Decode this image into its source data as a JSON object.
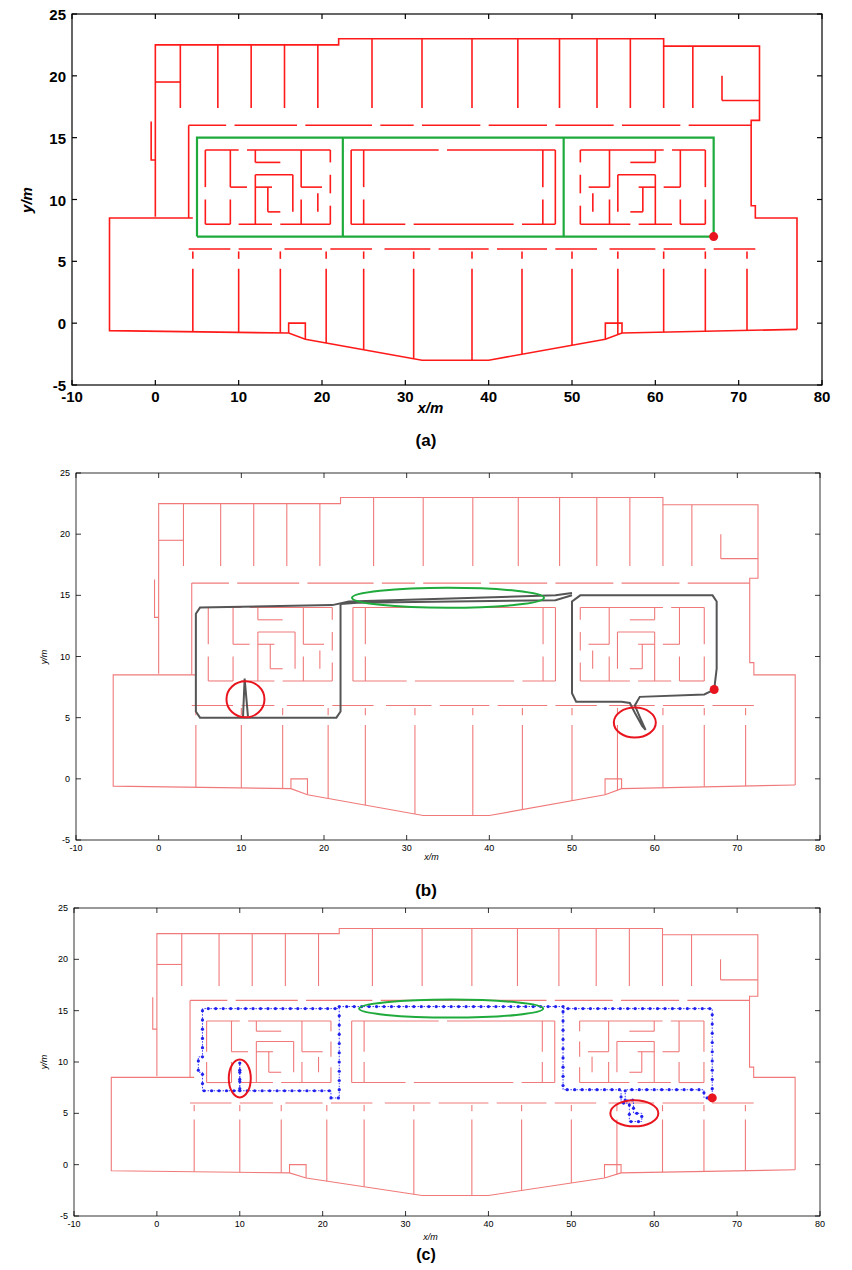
{
  "diagram": {
    "labels": [
      "25",
      "20",
      "15",
      "10",
      "5",
      "0",
      "-5",
      "-10",
      "0",
      "10",
      "20",
      "30",
      "40",
      "50",
      "60",
      "70",
      "80",
      "y/m",
      "x/m",
      "(a)",
      "25",
      "20",
      "15",
      "10",
      "5",
      "0",
      "-5",
      "-10",
      "0",
      "10",
      "20",
      "30",
      "40",
      "50",
      "60",
      "70",
      "80",
      "y/m",
      "x/m",
      "(b)",
      "25",
      "20",
      "15",
      "10",
      "5",
      "0",
      "-5",
      "-10",
      "0",
      "10",
      "20",
      "30",
      "40",
      "50",
      "60",
      "70",
      "80",
      "y/m",
      "x/m",
      "(c)"
    ]
  }
}
